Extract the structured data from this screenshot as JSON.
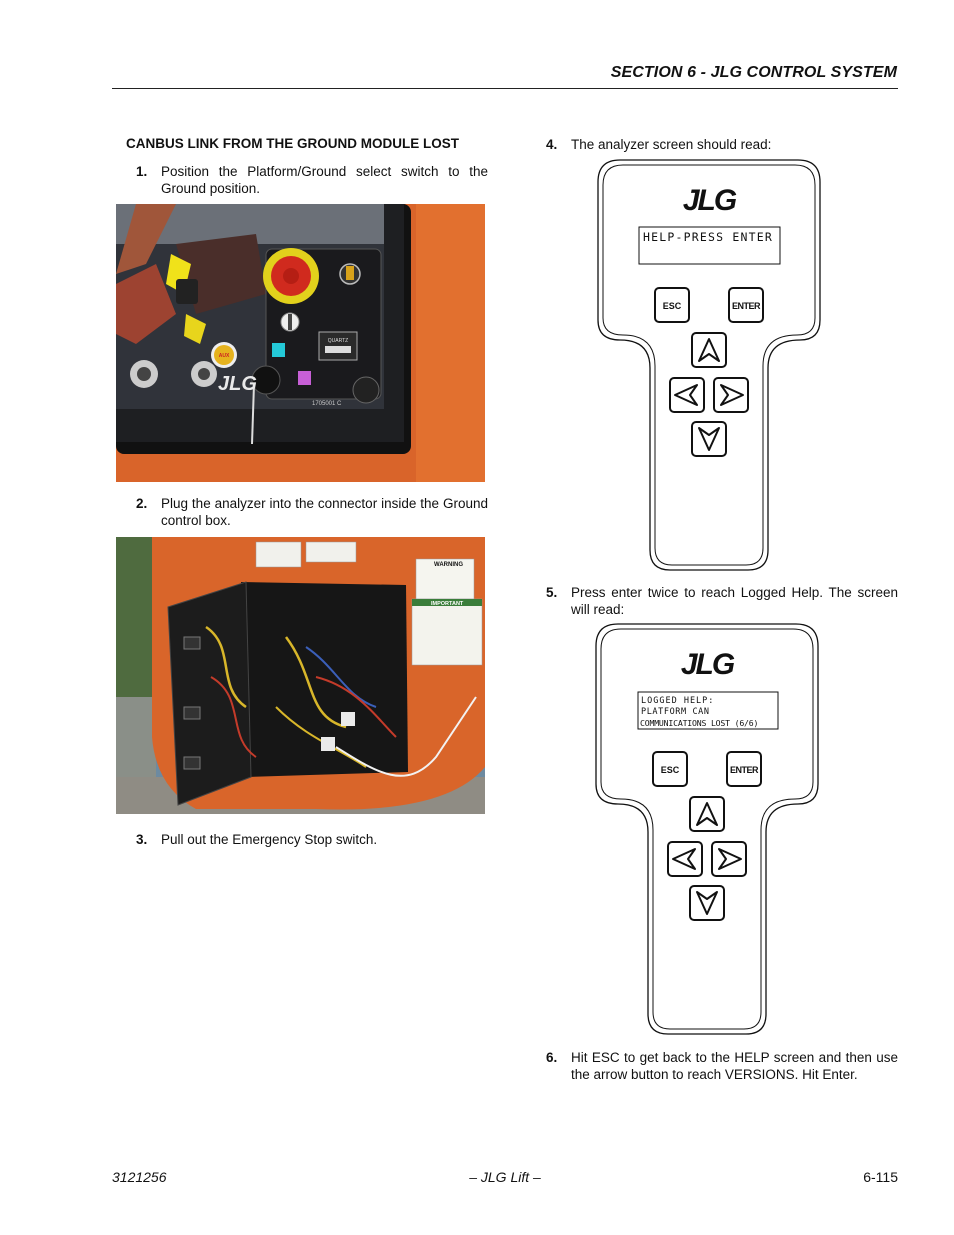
{
  "header": {
    "section_title": "SECTION 6 - JLG CONTROL SYSTEM"
  },
  "section": {
    "title": "CANBUS LINK FROM THE GROUND MODULE LOST"
  },
  "steps": [
    {
      "num": "1.",
      "text": "Position the Platform/Ground select switch to the Ground position."
    },
    {
      "num": "2.",
      "text": "Plug the analyzer into the connector inside the Ground control box."
    },
    {
      "num": "3.",
      "text": "Pull out the Emergency Stop switch."
    },
    {
      "num": "4.",
      "text": "The analyzer screen should read:"
    },
    {
      "num": "5.",
      "text": "Press enter twice to reach Logged Help. The screen will read:"
    },
    {
      "num": "6.",
      "text": "Hit ESC to get back to the HELP screen and then use the arrow button to reach VERSIONS. Hit Enter."
    }
  ],
  "photo1": {
    "logo": "JLG",
    "label_quartz": "QUARTZ",
    "label_code": "1705001 C",
    "label_aux": "AUX"
  },
  "photo2": {
    "label_warning": "WARNING",
    "label_important": "IMPORTANT"
  },
  "analyzer1": {
    "brand": "JLG",
    "screen_line1": "HELP-PRESS ENTER",
    "esc_label": "ESC",
    "enter_label": "ENTER"
  },
  "analyzer2": {
    "brand": "JLG",
    "screen_line1": "LOGGED HELP:",
    "screen_line2": "PLATFORM CAN",
    "screen_line3": "COMMUNICATIONS LOST (6/6)",
    "esc_label": "ESC",
    "enter_label": "ENTER"
  },
  "footer": {
    "doc_number": "3121256",
    "center": "– JLG Lift –",
    "page": "6-115"
  }
}
